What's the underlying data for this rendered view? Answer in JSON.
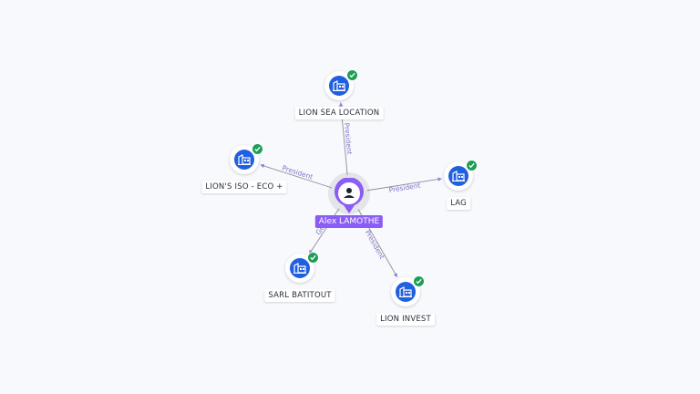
{
  "center": {
    "label": "Alex LAMOTHE",
    "icon": "person-icon"
  },
  "nodes": [
    {
      "id": "lion-sea-location",
      "label": "LION SEA LOCATION",
      "icon": "building-icon",
      "verified": true
    },
    {
      "id": "lions-iso-eco",
      "label": "LION'S ISO - ECO +",
      "icon": "building-icon",
      "verified": true
    },
    {
      "id": "lag",
      "label": "LAG",
      "icon": "building-icon",
      "verified": true
    },
    {
      "id": "sarl-batitout",
      "label": "SARL BATITOUT",
      "icon": "building-icon",
      "verified": true
    },
    {
      "id": "lion-invest",
      "label": "LION INVEST",
      "icon": "building-icon",
      "verified": true
    }
  ],
  "edges": [
    {
      "to": "lion-sea-location",
      "label": "President"
    },
    {
      "to": "lions-iso-eco",
      "label": "President"
    },
    {
      "to": "lag",
      "label": "Président"
    },
    {
      "to": "sarl-batitout",
      "label": "Gér"
    },
    {
      "to": "lion-invest",
      "label": "President"
    }
  ],
  "colors": {
    "company_icon": "#1f5fe0",
    "verified": "#1e9e55",
    "person_accent": "#8b5cf6",
    "edge": "#8e8e9a",
    "edge_label": "#7b74c9"
  }
}
